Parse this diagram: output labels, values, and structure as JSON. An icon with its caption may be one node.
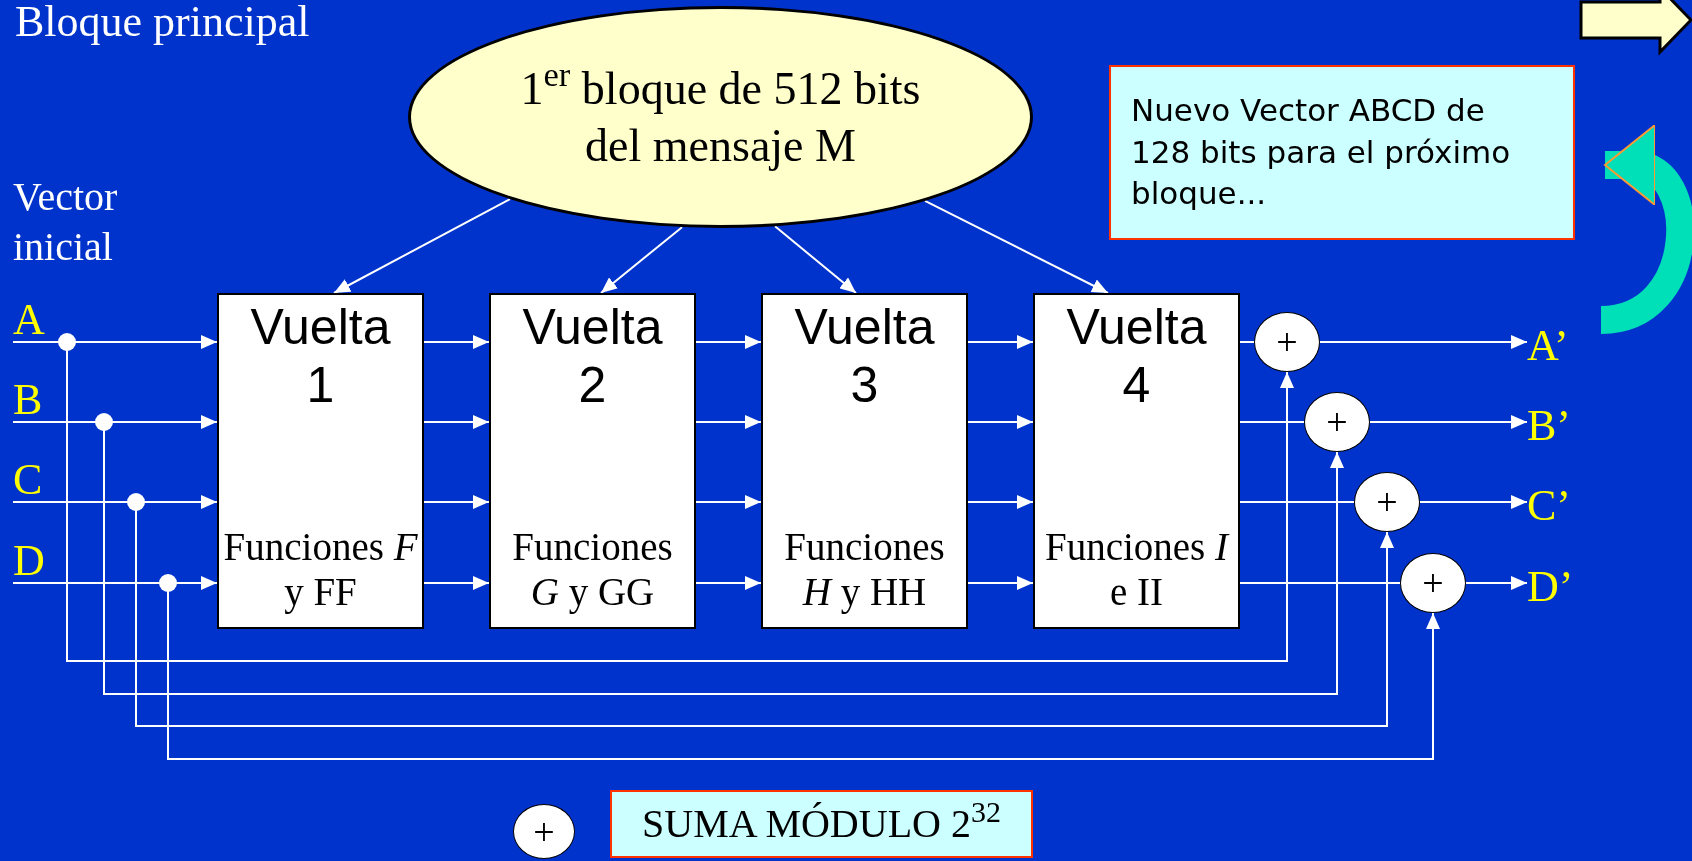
{
  "diagram": {
    "title": "Bloque principal",
    "nodes": [
      {
        "text": [
          "1$^{er}$ bloque de 512 bits del mensaje M"
        ]
      },
      {
        "text": [
          "Vuelta 1",
          "Funciones *F* y FF"
        ]
      },
      {
        "text": [
          "Vuelta 2",
          "Funciones *G* y GG"
        ]
      },
      {
        "text": [
          "Vuelta 3",
          "Funciones *H* y HH"
        ]
      },
      {
        "text": [
          "Vuelta 4",
          "Funciones *I* e II"
        ]
      },
      {
        "text": [
          "A"
        ]
      },
      {
        "text": [
          "B"
        ]
      },
      {
        "text": [
          "C"
        ]
      },
      {
        "text": [
          "D"
        ]
      },
      {
        "text": [
          "+"
        ]
      },
      {
        "text": [
          "+"
        ]
      },
      {
        "text": [
          "+"
        ]
      },
      {
        "text": [
          "+"
        ]
      },
      {
        "text": [
          "A’"
        ]
      },
      {
        "text": [
          "B’"
        ]
      },
      {
        "text": [
          "C’"
        ]
      },
      {
        "text": [
          "D’"
        ]
      },
      {
        "text": [
          "Nuevo Vector ABCD de 128 bits para el próximo bloque..."
        ]
      },
      {
        "text": [
          "+"
        ]
      },
      {
        "text": [
          "SUMA MÓDULO 2$^{32}$"
        ]
      }
    ],
    "edges": [
      {
        "from": 0,
        "to": 1,
        "arrow": "to"
      },
      {
        "from": 0,
        "to": 2,
        "arrow": "to"
      },
      {
        "from": 0,
        "to": 3,
        "arrow": "to"
      },
      {
        "from": 0,
        "to": 4,
        "arrow": "to"
      },
      {
        "from": 5,
        "to": 1,
        "arrow": "to"
      },
      {
        "from": 6,
        "to": 1,
        "arrow": "to"
      },
      {
        "from": 7,
        "to": 1,
        "arrow": "to"
      },
      {
        "from": 8,
        "to": 1,
        "arrow": "to"
      },
      {
        "from": 1,
        "to": 2,
        "arrow": "to"
      },
      {
        "from": 1,
        "to": 2,
        "arrow": "to"
      },
      {
        "from": 1,
        "to": 2,
        "arrow": "to"
      },
      {
        "from": 1,
        "to": 2,
        "arrow": "to"
      },
      {
        "from": 2,
        "to": 3,
        "arrow": "to"
      },
      {
        "from": 2,
        "to": 3,
        "arrow": "to"
      },
      {
        "from": 2,
        "to": 3,
        "arrow": "to"
      },
      {
        "from": 2,
        "to": 3,
        "arrow": "to"
      },
      {
        "from": 3,
        "to": 4,
        "arrow": "to"
      },
      {
        "from": 3,
        "to": 4,
        "arrow": "to"
      },
      {
        "from": 3,
        "to": 4,
        "arrow": "to"
      },
      {
        "from": 3,
        "to": 4,
        "arrow": "to"
      },
      {
        "from": 4,
        "to": 9,
        "arrow": "none"
      },
      {
        "from": 4,
        "to": 10,
        "arrow": "none"
      },
      {
        "from": 4,
        "to": 11,
        "arrow": "none"
      },
      {
        "from": 4,
        "to": 12,
        "arrow": "none"
      },
      {
        "from": 9,
        "to": 13,
        "arrow": "to"
      },
      {
        "from": 10,
        "to": 14,
        "arrow": "to"
      },
      {
        "from": 11,
        "to": 15,
        "arrow": "to"
      },
      {
        "from": 12,
        "to": 16,
        "arrow": "to"
      },
      {
        "from": 5,
        "to": 9,
        "arrow": "to"
      },
      {
        "from": 6,
        "to": 10,
        "arrow": "to"
      },
      {
        "from": 7,
        "to": 11,
        "arrow": "to"
      },
      {
        "from": 8,
        "to": 12,
        "arrow": "to"
      },
      {
        "from": 13,
        "to": 17,
        "arrow": "to",
        "style": "thick",
        "color": "#00e0b8"
      }
    ],
    "labels": [
      "Vector inicial"
    ]
  }
}
